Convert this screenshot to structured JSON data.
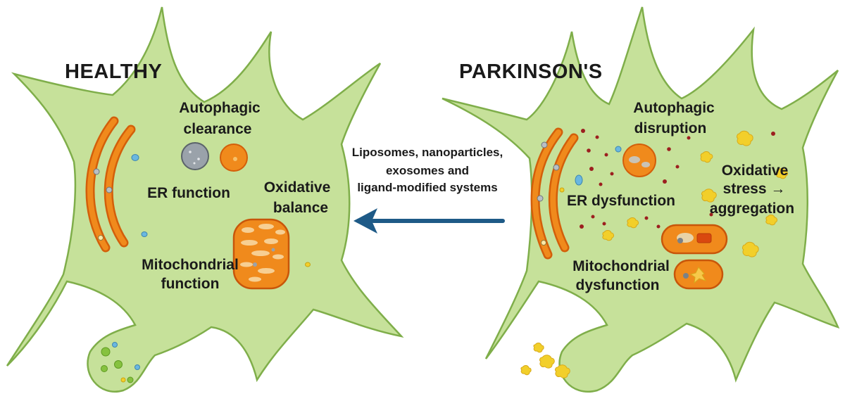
{
  "healthy": {
    "title": "HEALTHY",
    "labels": {
      "autophagic_1": "Autophagic",
      "autophagic_2": "clearance",
      "er": "ER function",
      "oxidative_1": "Oxidative",
      "oxidative_2": "balance",
      "mito_1": "Mitochondrial",
      "mito_2": "function"
    }
  },
  "parkinsons": {
    "title": "PARKINSON'S",
    "labels": {
      "autophagic_1": "Autophagic",
      "autophagic_2": "disruption",
      "er": "ER dysfunction",
      "oxidative_1": "Oxidative",
      "oxidative_2": "stress →",
      "oxidative_3": "aggregation",
      "mito_1": "Mitochondrial",
      "mito_2": "dysfunction"
    }
  },
  "center": {
    "line1": "Liposomes, nanoparticles,",
    "line2": "exosomes and",
    "line3": "ligand-modified systems"
  },
  "colors": {
    "cell_fill": "#c6e19a",
    "cell_stroke": "#7fae4a",
    "organelle_orange": "#f08a1c",
    "organelle_orange_dark": "#d35f0a",
    "arrow": "#1e5a87",
    "aggregate_yellow": "#f2cf2a",
    "ros_red": "#9c1f1f",
    "vesicle_blue": "#6ab7e0",
    "vesicle_grey": "#a7adb3"
  }
}
